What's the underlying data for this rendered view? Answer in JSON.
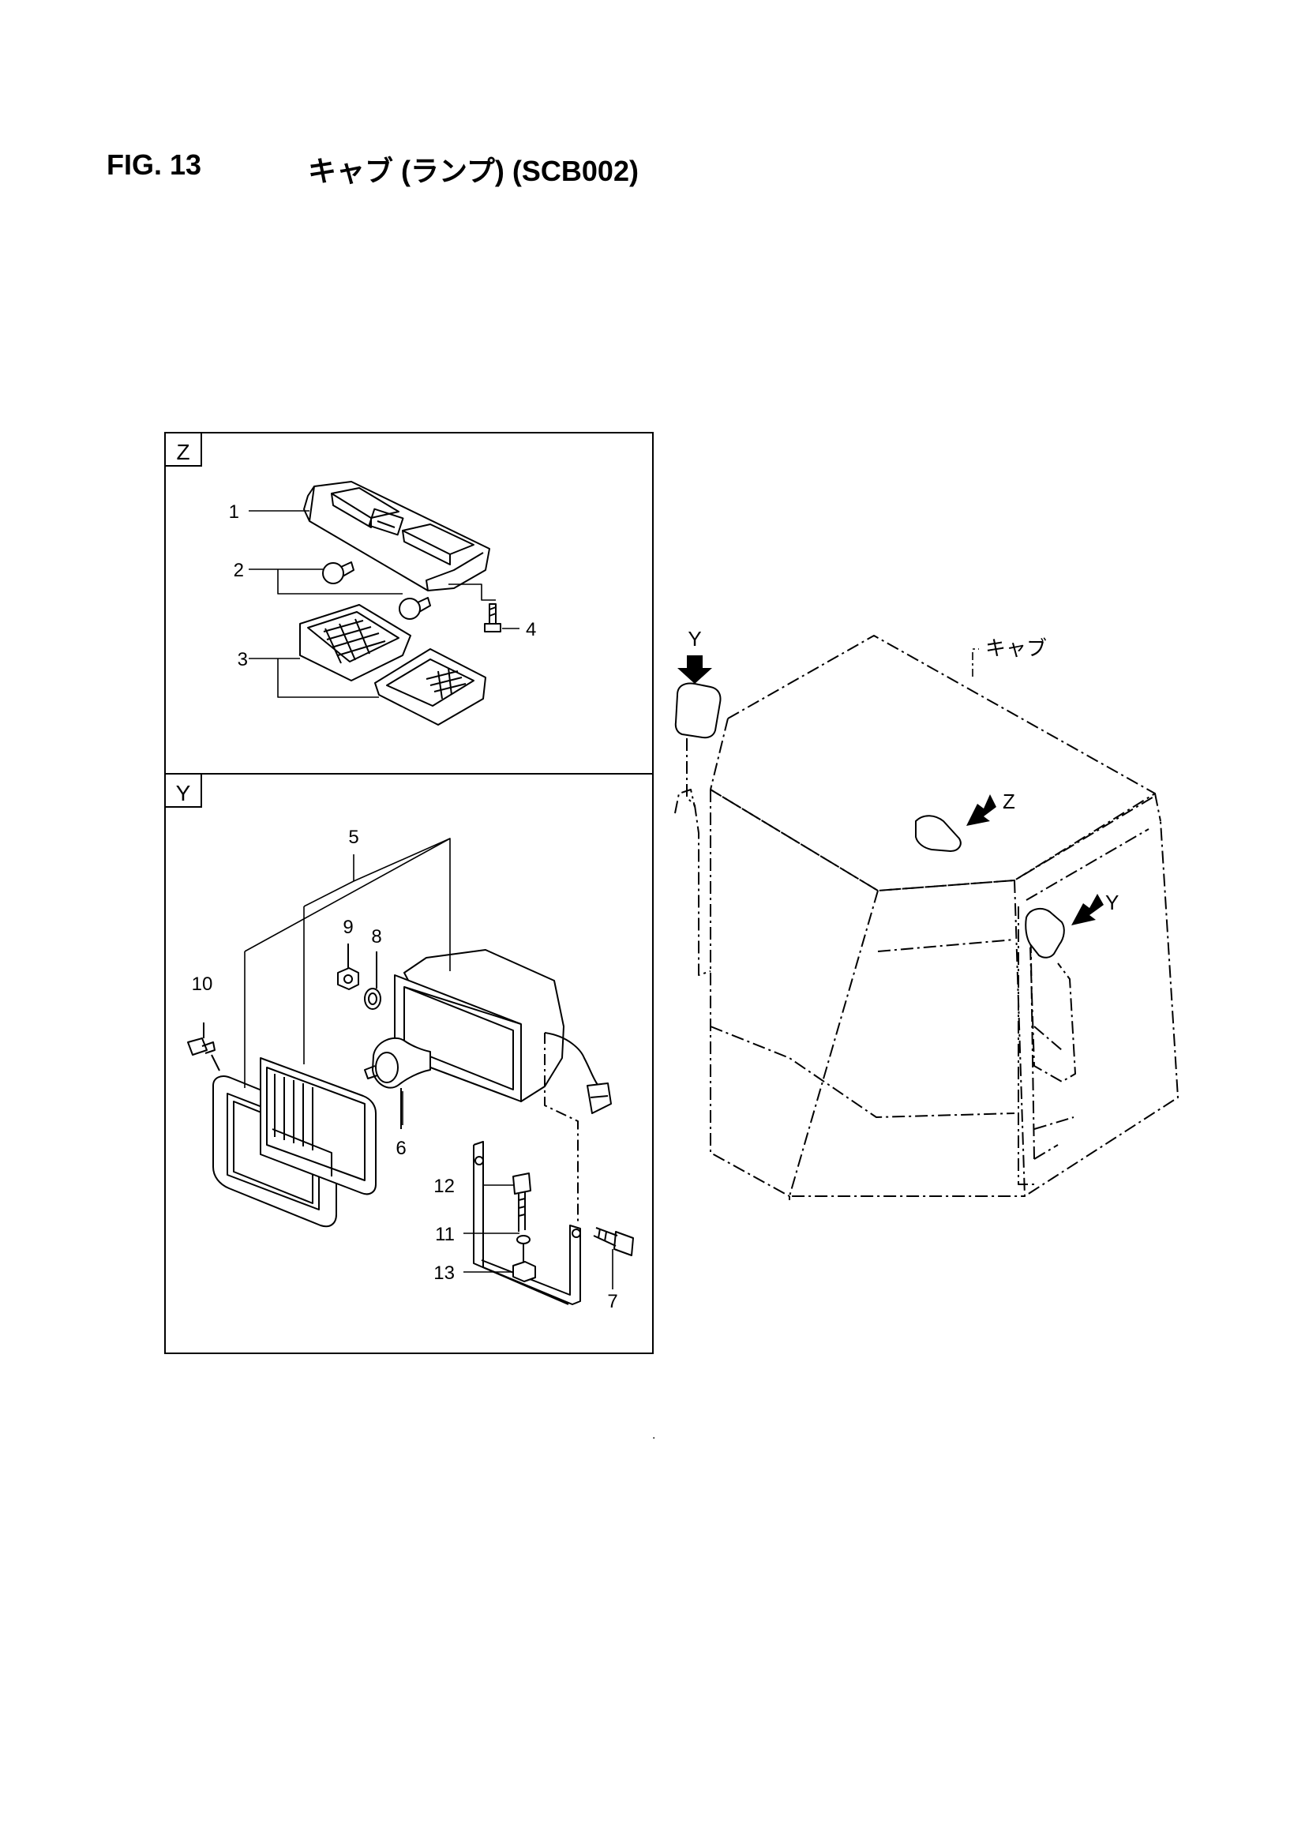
{
  "header": {
    "figure_number": "FIG. 13",
    "title": "キャブ (ランプ) (SCB002)"
  },
  "panels": {
    "z": {
      "label": "Z"
    },
    "y": {
      "label": "Y"
    }
  },
  "callouts": {
    "c1": "1",
    "c2": "2",
    "c3": "3",
    "c4": "4",
    "c5": "5",
    "c6": "6",
    "c7": "7",
    "c8": "8",
    "c9": "9",
    "c10": "10",
    "c11": "11",
    "c12": "12",
    "c13": "13"
  },
  "cab_view": {
    "cab_label": "キャブ",
    "arrow_y_top": "Y",
    "arrow_z": "Z",
    "arrow_y_right": "Y"
  },
  "footer_mark": "."
}
